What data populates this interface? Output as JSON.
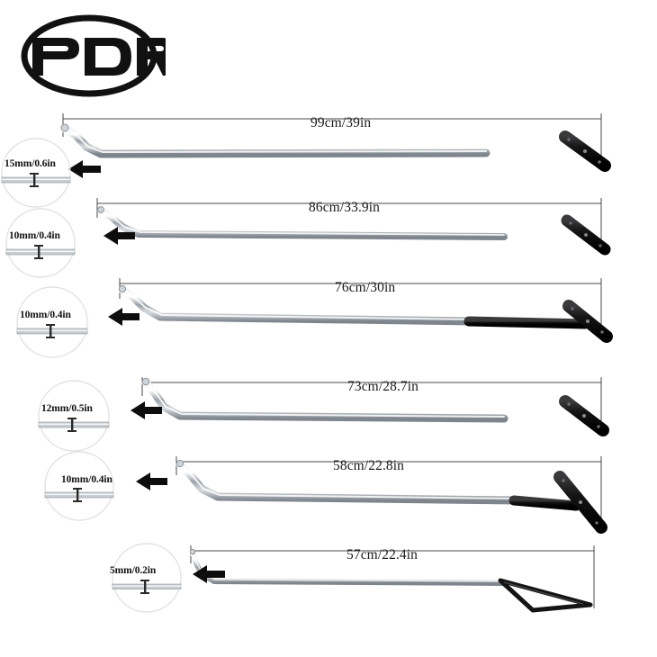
{
  "brand": {
    "logo_text": "PDR",
    "logo_name": "pdr-oval-logo"
  },
  "page": {
    "background_color": "#ffffff",
    "label_color": "#1b1b1b",
    "rod_color": "#b9bec4",
    "handle_color": "#111111"
  },
  "tools": [
    {
      "id": "tool-1",
      "length_label": "99cm/39in",
      "diameter_label": "15mm/0.6in",
      "handle_type": "t-handle",
      "tip_type": "hook-up"
    },
    {
      "id": "tool-2",
      "length_label": "86cm/33.9in",
      "diameter_label": "10mm/0.4in",
      "handle_type": "t-handle",
      "tip_type": "hook-up"
    },
    {
      "id": "tool-3",
      "length_label": "76cm/30in",
      "diameter_label": "10mm/0.4in",
      "handle_type": "t-handle",
      "tip_type": "hook-up"
    },
    {
      "id": "tool-4",
      "length_label": "73cm/28.7in",
      "diameter_label": "12mm/0.5in",
      "handle_type": "t-handle",
      "tip_type": "hook-up"
    },
    {
      "id": "tool-5",
      "length_label": "58cm/22.8in",
      "diameter_label": "10mm/0.4in",
      "handle_type": "t-handle",
      "tip_type": "hook-up"
    },
    {
      "id": "tool-6",
      "length_label": "57cm/22.4in",
      "diameter_label": "5mm/0.2in",
      "handle_type": "loop-handle",
      "tip_type": "hook-up"
    }
  ]
}
